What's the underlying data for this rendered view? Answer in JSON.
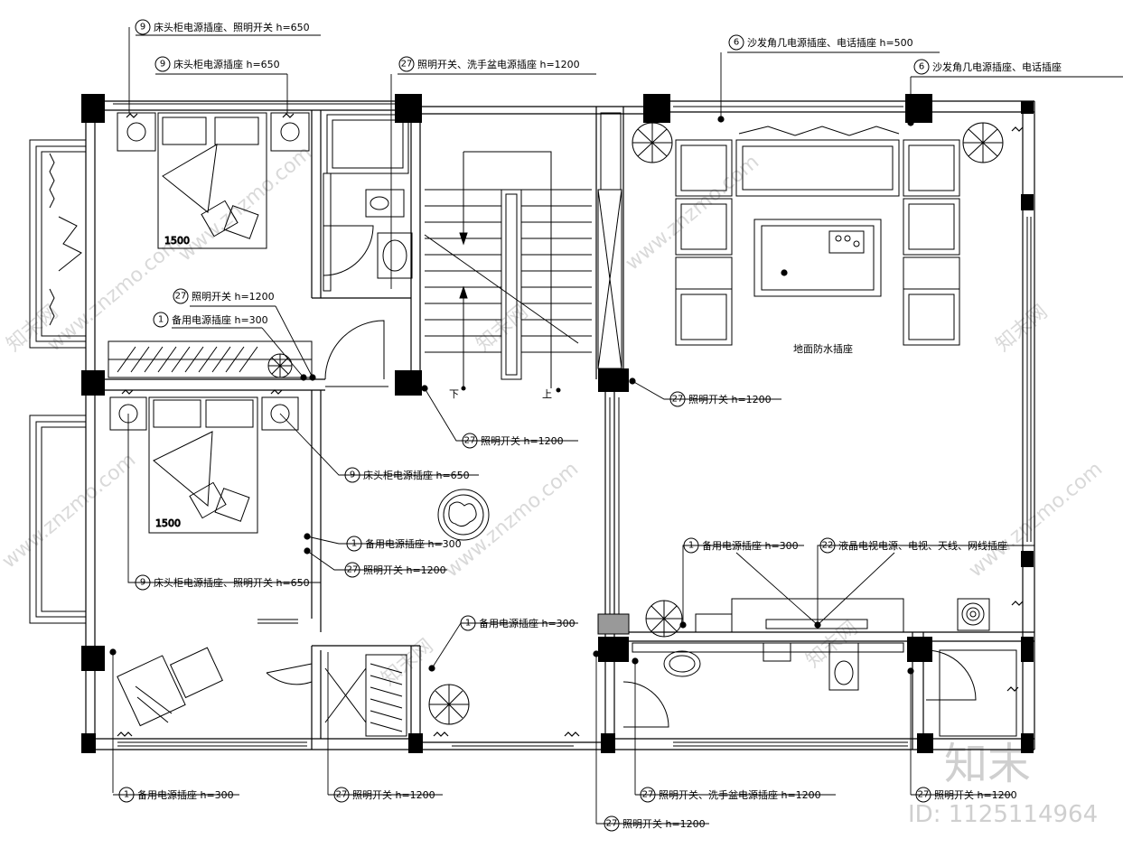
{
  "labels": {
    "L1": {
      "num": "9",
      "text": "床头柜电源插座、照明开关 h=650"
    },
    "L2": {
      "num": "9",
      "text": "床头柜电源插座 h=650"
    },
    "L3": {
      "num": "27",
      "text": "照明开关、洗手盆电源插座 h=1200"
    },
    "L4": {
      "num": "6",
      "text": "沙发角几电源插座、电话插座 h=500"
    },
    "L5": {
      "num": "6",
      "text": "沙发角几电源插座、电话插座"
    },
    "L6": {
      "num": "27",
      "text": "照明开关 h=1200"
    },
    "L7": {
      "num": "1",
      "text": "备用电源插座 h=300"
    },
    "L8": {
      "num": "27",
      "text": "照明开关 h=1200"
    },
    "L9": {
      "num": "27",
      "text": "照明开关 h=1200"
    },
    "L10": {
      "num": "9",
      "text": "床头柜电源插座 h=650"
    },
    "L11": {
      "num": "1",
      "text": "备用电源插座 h=300"
    },
    "L12": {
      "num": "27",
      "text": "照明开关 h=1200"
    },
    "L13": {
      "num": "9",
      "text": "床头柜电源插座、照明开关 h=650"
    },
    "L14": {
      "num": "1",
      "text": "备用电源插座 h=300"
    },
    "L15": {
      "num": "1",
      "text": "备用电源插座 h=300"
    },
    "L16": {
      "num": "22",
      "text": "液晶电视电源、电视、天线、网线插座"
    },
    "L17": {
      "num": "1",
      "text": "备用电源插座 h=300"
    },
    "L18": {
      "num": "27",
      "text": "照明开关 h=1200"
    },
    "L19": {
      "num": "27",
      "text": "照明开关、洗手盆电源插座 h=1200"
    },
    "L20": {
      "num": "27",
      "text": "照明开关 h=1200"
    },
    "L21": {
      "num": "27",
      "text": "照明开关 h=1200"
    }
  },
  "room_text": {
    "floor_socket": "地面防水插座",
    "bed1_size": "1500",
    "bed2_size": "1500",
    "stair_down": "下",
    "stair_up": "上"
  },
  "watermark": {
    "site": "www.znzmo.com",
    "brand_cn": "知末网",
    "logo": "知末",
    "id": "ID: 1125114964"
  }
}
